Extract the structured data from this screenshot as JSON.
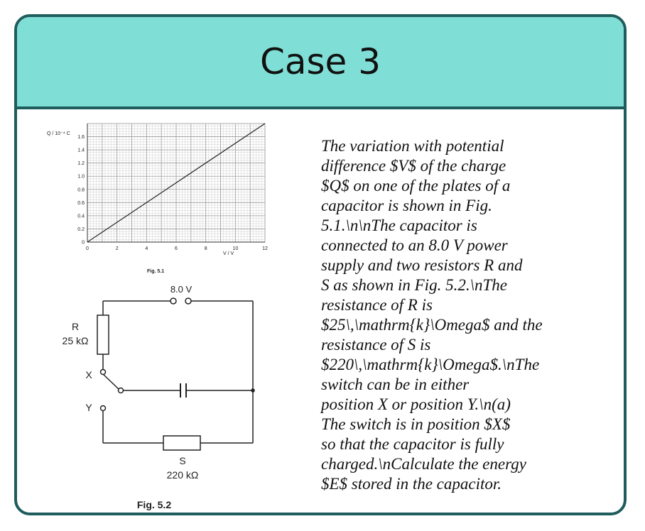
{
  "header": {
    "title": "Case 3"
  },
  "chart_data": {
    "type": "line",
    "ylabel": "Q / 10⁻⁴ C",
    "xlabel": "V / V",
    "xlim": [
      0,
      12
    ],
    "ylim": [
      0,
      1.8
    ],
    "xticks": [
      "0",
      "2",
      "4",
      "6",
      "8",
      "10",
      "12"
    ],
    "yticks": [
      "0",
      "0.2",
      "0.4",
      "0.6",
      "0.8",
      "1.0",
      "1.2",
      "1.4",
      "1.6"
    ],
    "series": [
      {
        "x": [
          0,
          12
        ],
        "y": [
          0,
          1.8
        ]
      }
    ],
    "grid": true,
    "caption": "Fig. 5.1"
  },
  "circuit": {
    "supply_label": "8.0 V",
    "r_name": "R",
    "r_value": "25 kΩ",
    "s_name": "S",
    "s_value": "220 kΩ",
    "x_label": "X",
    "y_label": "Y",
    "caption": "Fig. 5.2"
  },
  "question_lines": [
    "The variation with potential",
    "difference $V$ of the charge",
    "$Q$ on one of the plates of a",
    "capacitor is shown in Fig.",
    "5.1.\\n\\nThe capacitor is",
    "connected to an 8.0 V power",
    "supply and two resistors R and",
    "S as shown in Fig. 5.2.\\nThe",
    "resistance of R is",
    "$25\\,\\mathrm{k}\\Omega$ and the",
    "resistance of S is",
    "$220\\,\\mathrm{k}\\Omega$.\\nThe",
    "switch can be in either",
    "position X or position Y.\\n(a)",
    "The switch is in position $X$",
    "so that the capacitor is fully",
    "charged.\\nCalculate the energy",
    "$E$ stored in the capacitor."
  ]
}
